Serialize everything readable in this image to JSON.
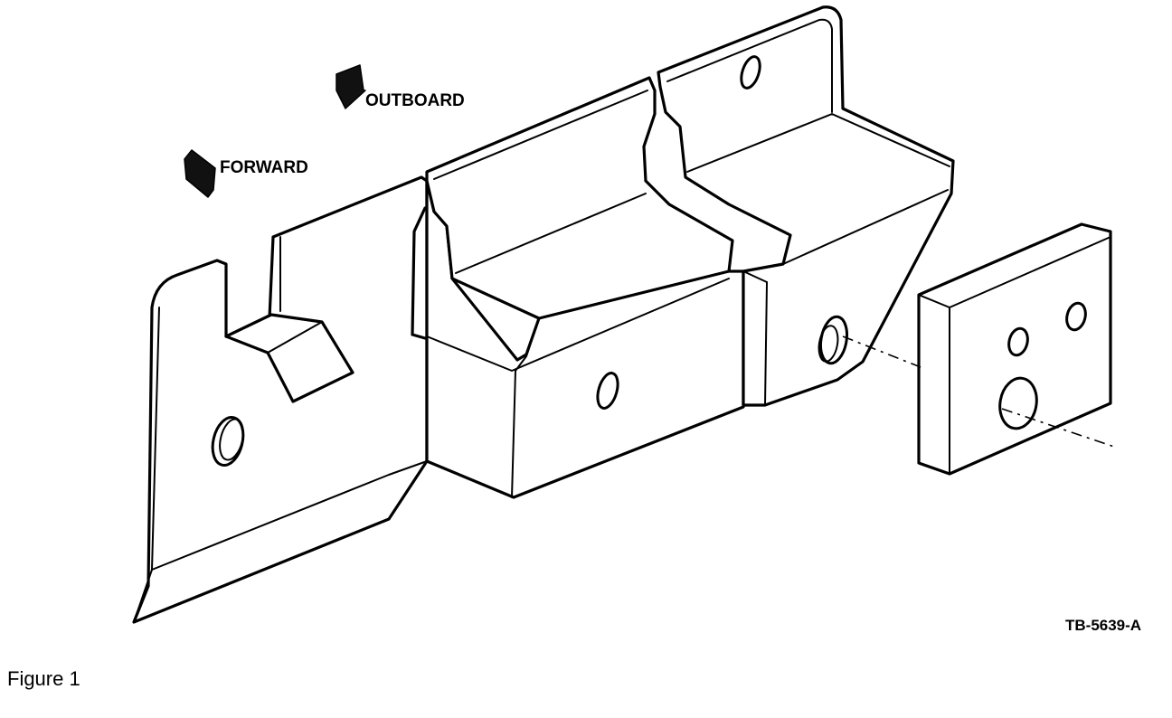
{
  "labels": {
    "outboard": "OUTBOARD",
    "forward": "FORWARD"
  },
  "reference": "TB-5639-A",
  "caption": "Figure 1"
}
